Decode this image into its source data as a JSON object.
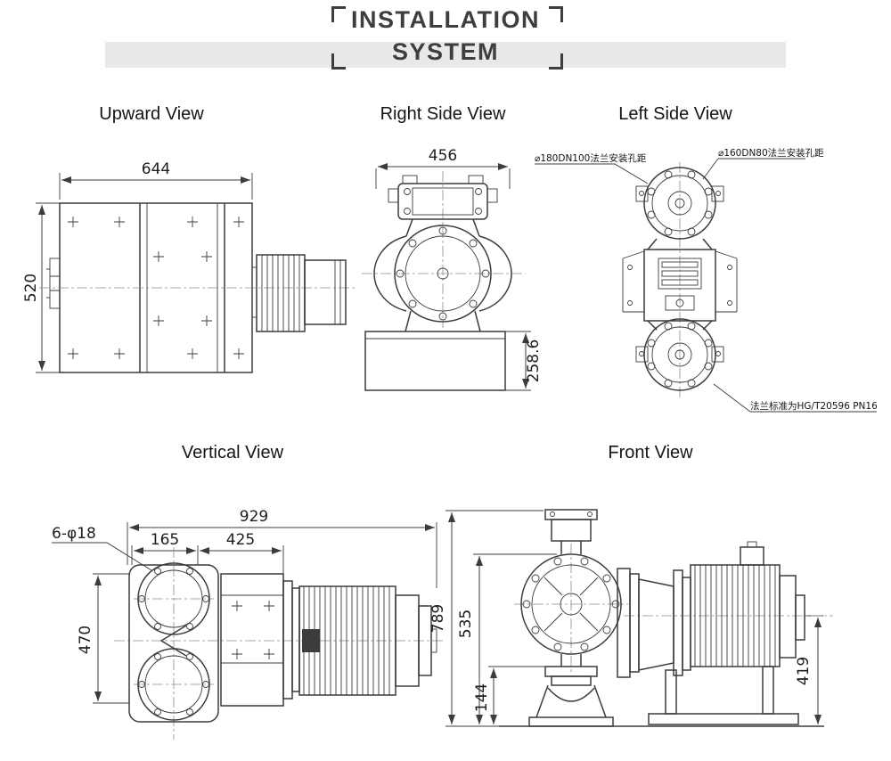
{
  "colors": {
    "band": "#e9e9e9",
    "ink": "#3c3c3c"
  },
  "header": {
    "line1": "INSTALLATION",
    "line2": "SYSTEM"
  },
  "views": {
    "upward": {
      "label": "Upward View",
      "dim_width": "644",
      "dim_height": "520"
    },
    "right_side": {
      "label": "Right Side View",
      "dim_width": "456",
      "dim_base_height": "258.6"
    },
    "left_side": {
      "label": "Left Side View",
      "note_top_left": "⌀180DN100法兰安装孔距",
      "note_top_right": "⌀160DN80法兰安装孔距",
      "note_bottom": "法兰标准为HG/T20596 PN16"
    },
    "vertical": {
      "label": "Vertical View",
      "dim_total_width": "929",
      "dim_left_span": "165",
      "dim_mid_span": "425",
      "dim_bolt_holes": "6-φ18",
      "dim_height": "470"
    },
    "front": {
      "label": "Front View",
      "dim_total_height": "789",
      "dim_inlet_height": "535",
      "dim_base_height": "144",
      "dim_motor_height": "419"
    }
  }
}
